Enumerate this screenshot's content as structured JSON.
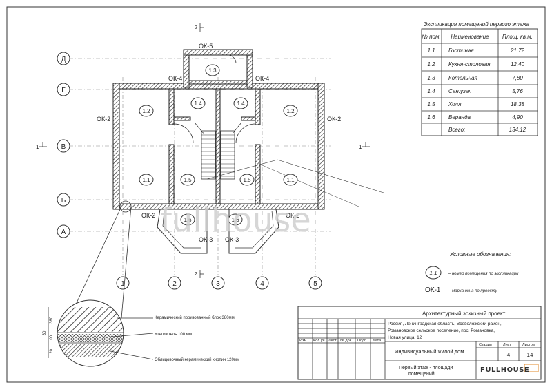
{
  "axes": {
    "letters": [
      "Д",
      "Г",
      "В",
      "Б",
      "А"
    ],
    "numbers": [
      "1",
      "2",
      "3",
      "4",
      "5"
    ]
  },
  "section_marker": {
    "label": "1",
    "top_label": "2"
  },
  "windows": {
    "ok5": "ОК-5",
    "ok4": "ОК-4",
    "ok2": "ОК-2",
    "ok3": "ОК-3"
  },
  "room_tags": {
    "r11": "1.1",
    "r12": "1.2",
    "r13": "1.3",
    "r14": "1.4",
    "r15": "1.5",
    "r16": "1.6"
  },
  "schedule": {
    "title": "Экспликация помещений первого этажа",
    "headers": [
      "№ пом.",
      "Наименование",
      "Площ. кв.м."
    ],
    "rows": [
      {
        "num": "1.1",
        "name": "Гостиная",
        "area": "21,72"
      },
      {
        "num": "1.2",
        "name": "Кухня-столовая",
        "area": "12,40"
      },
      {
        "num": "1.3",
        "name": "Котельная",
        "area": "7,80"
      },
      {
        "num": "1.4",
        "name": "Сан.узел",
        "area": "5,76"
      },
      {
        "num": "1.5",
        "name": "Холл",
        "area": "18,38"
      },
      {
        "num": "1.6",
        "name": "Веранда",
        "area": "4,90"
      }
    ],
    "total_label": "Всего:",
    "total_value": "134,12"
  },
  "legend": {
    "title": "Условные обозначения:",
    "room_sample": "1.1",
    "room_desc": "– номер помещения по экспликации",
    "window_sample": "ОК-1",
    "window_desc": "– марка окна по проекту"
  },
  "wall_detail": {
    "label_block": "Керамический поризованный блок 380мм",
    "label_insul": "Утеплитель 100 мм",
    "label_brick": "Облицовочный керамический кирпич 120мм",
    "dim_380": "380",
    "dim_100": "100",
    "dim_120": "120",
    "dim_30": "30"
  },
  "title_block": {
    "project_type": "Архитектурный эскизный проект",
    "address_1": "Россия, Ленинградская область, Всеволожский район,",
    "address_2": "Романовское сельское поселение, пос. Романовка,",
    "address_3": "Новая улица, 12",
    "cols": [
      "Изм.",
      "Кол.уч",
      "Лист",
      "№ док.",
      "Подп.",
      "Дата"
    ],
    "object": "Индивидуальный жилой дом",
    "stage_label": "Стадия",
    "sheet_label": "Лист",
    "sheets_label": "Листов",
    "sheet_value": "4",
    "sheets_value": "14",
    "drawing_1": "Первый этаж - площади",
    "drawing_2": "помещений"
  },
  "watermark": "fullhouse",
  "logo": "FULLHOUSE"
}
